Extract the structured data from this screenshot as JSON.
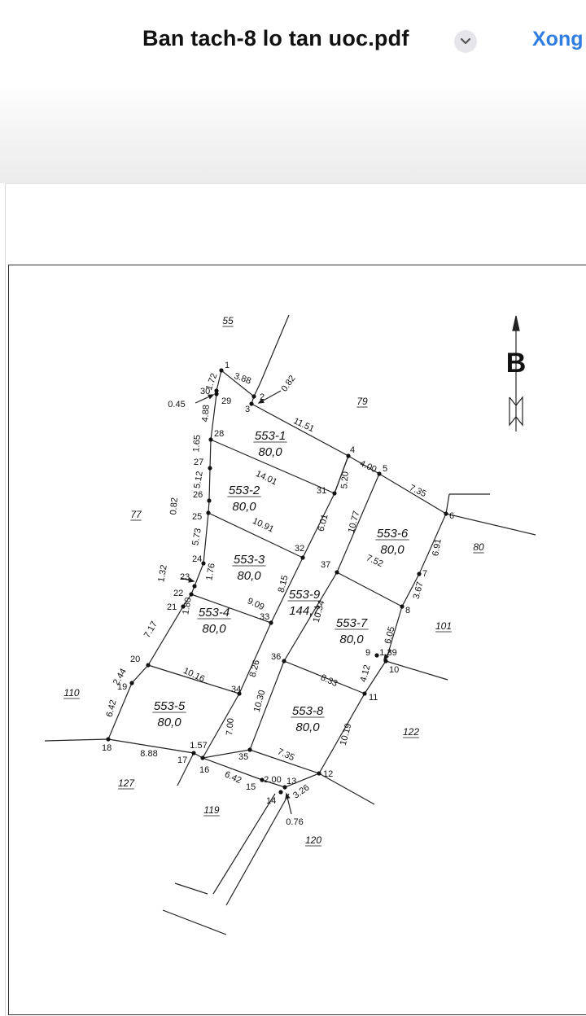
{
  "header": {
    "file_title": "Ban tach-8 lo tan uoc.pdf",
    "done_label": "Xong",
    "chevron_icon": "chevron-down-icon"
  },
  "plan": {
    "north_label": "B",
    "neighbors": [
      "55",
      "79",
      "77",
      "80",
      "101",
      "110",
      "122",
      "127",
      "119",
      "120"
    ],
    "lots": [
      {
        "id": "553-1",
        "area": "80,0"
      },
      {
        "id": "553-2",
        "area": "80,0"
      },
      {
        "id": "553-3",
        "area": "80,0"
      },
      {
        "id": "553-4",
        "area": "80,0"
      },
      {
        "id": "553-5",
        "area": "80,0"
      },
      {
        "id": "553-6",
        "area": "80,0"
      },
      {
        "id": "553-7",
        "area": "80,0"
      },
      {
        "id": "553-8",
        "area": "80,0"
      },
      {
        "id": "553-9",
        "area": "144,7"
      }
    ],
    "points": [
      "1",
      "2",
      "3",
      "4",
      "5",
      "6",
      "7",
      "8",
      "9",
      "10",
      "11",
      "12",
      "13",
      "14",
      "15",
      "16",
      "17",
      "18",
      "19",
      "20",
      "21",
      "22",
      "23",
      "24",
      "25",
      "26",
      "27",
      "28",
      "29",
      "30",
      "31",
      "32",
      "33",
      "34",
      "35",
      "36",
      "37"
    ],
    "dimensions": [
      "1.72",
      "3.88",
      "0.82",
      "0.45",
      "4.88",
      "11.51",
      "4.00",
      "7.35",
      "1.65",
      "14.01",
      "5.20",
      "5.12",
      "0.82",
      "10.91",
      "6.01",
      "10.77",
      "6.91",
      "5.73",
      "1.32",
      "1.76",
      "8.15",
      "7.52",
      "3.67",
      "1.80",
      "9.09",
      "10.34",
      "7.17",
      "6.05",
      "1.39",
      "2.44",
      "10.16",
      "8.26",
      "8.33",
      "4.12",
      "6.42",
      "10.30",
      "10.19",
      "8.88",
      "1.57",
      "7.00",
      "7.35",
      "6.42",
      "2.00",
      "3.26",
      "0.76"
    ]
  }
}
